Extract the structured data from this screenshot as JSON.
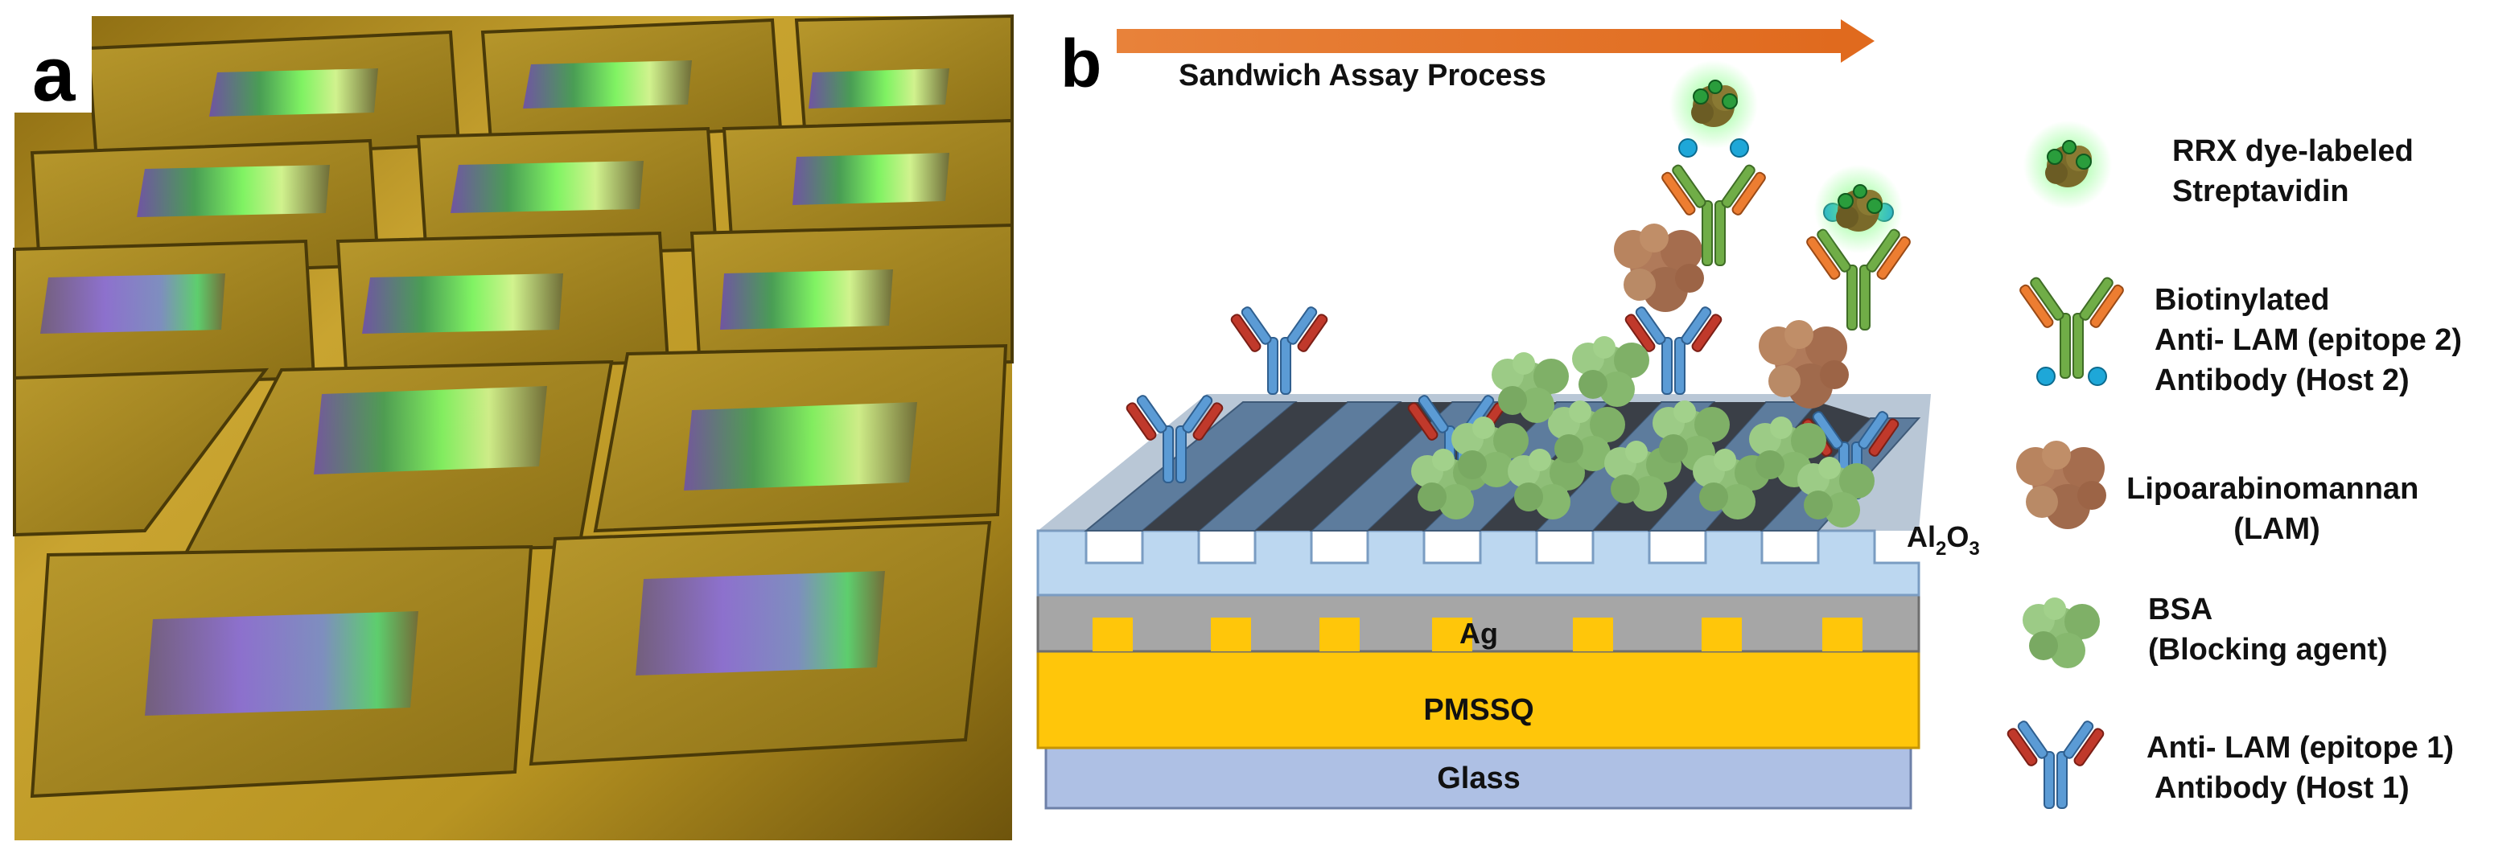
{
  "panel_a": {
    "letter": "a"
  },
  "panel_b": {
    "letter": "b",
    "arrow_label": "Sandwich Assay Process",
    "layers": {
      "glass": "Glass",
      "pmssq": "PMSSQ",
      "ag": "Ag",
      "al2o3_main": "Al",
      "al2o3_sub": "2",
      "al2o3_tail": "O",
      "al2o3_sub2": "3"
    },
    "legend": [
      {
        "lines": [
          "RRX dye-labeled",
          "Streptavidin"
        ],
        "icon": "streptavidin-icon"
      },
      {
        "lines": [
          "Biotinylated",
          "Anti- LAM (epitope 2)",
          "Antibody (Host 2)"
        ],
        "icon": "biotinylated-antibody-icon"
      },
      {
        "lines": [
          "Lipoarabinomannan",
          "(LAM)"
        ],
        "icon": "lam-icon"
      },
      {
        "lines": [
          "BSA",
          "(Blocking agent)"
        ],
        "icon": "bsa-icon"
      },
      {
        "lines": [
          "Anti- LAM (epitope 1)",
          "Antibody (Host 1)"
        ],
        "icon": "antibody-icon"
      }
    ]
  },
  "colors": {
    "arrow": "#e8823a",
    "glass": "#aec0e4",
    "pmssq": "#ffc60a",
    "ag": "#a6a6a6",
    "al2o3": "#bcd7f0",
    "grating_top": "#7f99b5",
    "antibody_blue": "#5b9bd5",
    "antibody_red": "#c0392b",
    "antibody2_green": "#70ad47",
    "antibody2_orange": "#ed7d31",
    "lam_brown": "#b07a5a",
    "bsa_green": "#8fbf78",
    "dye_green": "#2a9d3c",
    "biotin_blue": "#1ea7d8"
  }
}
